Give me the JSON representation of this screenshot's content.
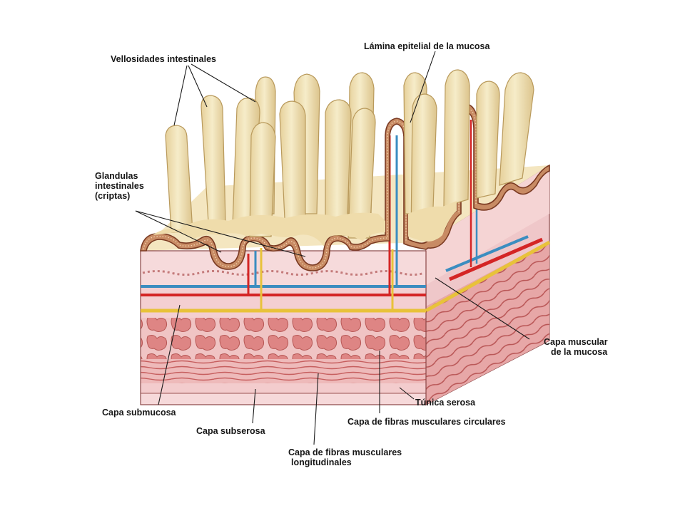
{
  "labels": {
    "vellosidades": "Vellosidades intestinales",
    "lamina": "Lámina epitelial de la mucosa",
    "glandulas_1": "Glandulas",
    "glandulas_2": "intestinales",
    "glandulas_3": "(criptas)",
    "capa_muscular_1": "Capa muscular",
    "capa_muscular_2": "de la mucosa",
    "tunica_serosa": "Túnica serosa",
    "capa_circulares": "Capa de fibras musculares circulares",
    "capa_submucosa": "Capa submucosa",
    "capa_subserosa": "Capa subserosa",
    "capa_longitudinales_1": "Capa de fibras musculares",
    "capa_longitudinales_2": "longitudinales"
  },
  "colors": {
    "villus": "#f1e3b7",
    "mucosa_edge": "#a85a3c",
    "tissue": "#f3cccd",
    "muscle": "#dc7f7d",
    "artery": "#d42525",
    "vein": "#3b8dc0",
    "nerve": "#e8c23a"
  }
}
